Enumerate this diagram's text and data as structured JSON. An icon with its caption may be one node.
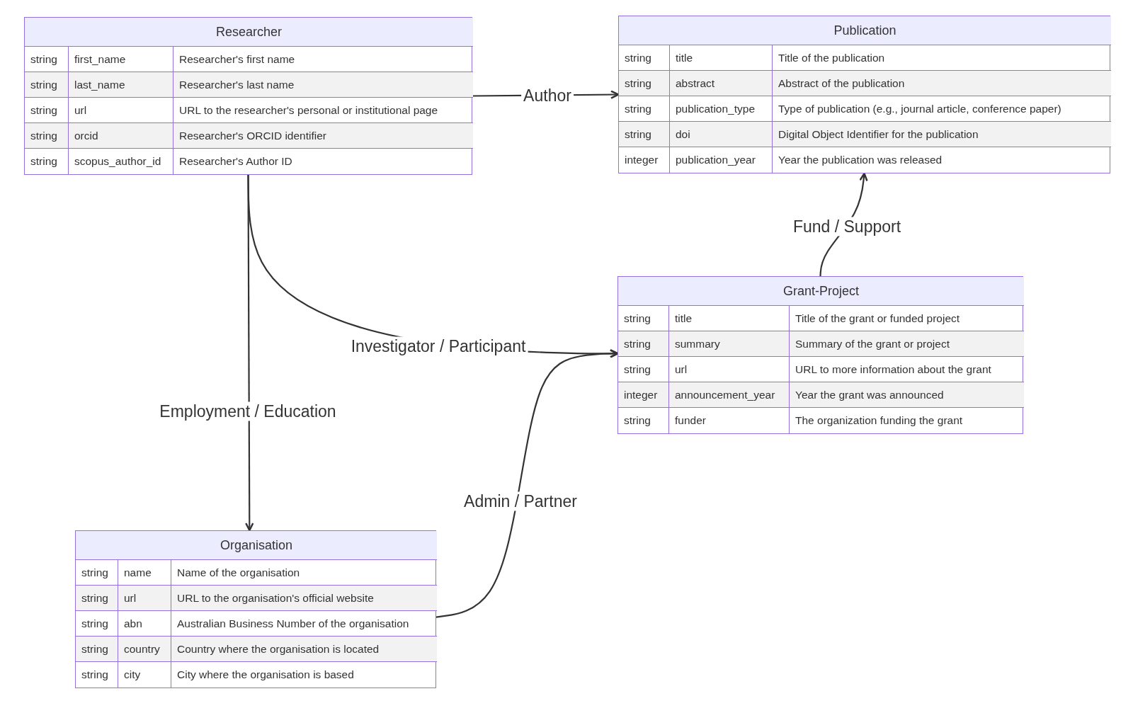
{
  "diagram": {
    "nodes": [
      {
        "text": [
          "Researcher",
          "string",
          "first_name",
          "Researcher's first name",
          "string",
          "last_name",
          "Researcher's last name",
          "string",
          "url",
          "URL to the researcher's personal or institutional page",
          "string",
          "orcid",
          "Researcher's ORCID identifier",
          "string",
          "scopus_author_id",
          "Researcher's Author ID"
        ]
      },
      {
        "text": [
          "Publication",
          "string",
          "title",
          "Title of the publication",
          "string",
          "abstract",
          "Abstract of the publication",
          "string",
          "publication_type",
          "Type of publication (e.g., journal article, conference paper)",
          "string",
          "doi",
          "Digital Object Identifier for the publication",
          "integer",
          "publication_year",
          "Year the publication was released"
        ]
      },
      {
        "text": [
          "Grant-Project",
          "string",
          "title",
          "Title of the grant or funded project",
          "string",
          "summary",
          "Summary of the grant or project",
          "string",
          "url",
          "URL to more information about the grant",
          "integer",
          "announcement_year",
          "Year the grant was announced",
          "string",
          "funder",
          "The organization funding the grant"
        ]
      },
      {
        "text": [
          "Organisation",
          "string",
          "name",
          "Name of the organisation",
          "string",
          "url",
          "URL to the organisation's official website",
          "string",
          "abn",
          "Australian Business Number of the organisation",
          "string",
          "country",
          "Country where the organisation is located",
          "string",
          "city",
          "City where the organisation is based"
        ]
      }
    ],
    "edges": [
      {
        "from": 0,
        "to": 1,
        "arrow": "to",
        "label": "Author"
      },
      {
        "from": 0,
        "to": 3,
        "arrow": "to",
        "label": "Employment / Education"
      },
      {
        "from": 0,
        "to": 2,
        "arrow": "to",
        "label": "Investigator / Participant"
      },
      {
        "from": 3,
        "to": 2,
        "arrow": "to",
        "label": "Admin / Partner"
      },
      {
        "from": 2,
        "to": 1,
        "arrow": "to",
        "label": "Fund / Support"
      }
    ]
  }
}
